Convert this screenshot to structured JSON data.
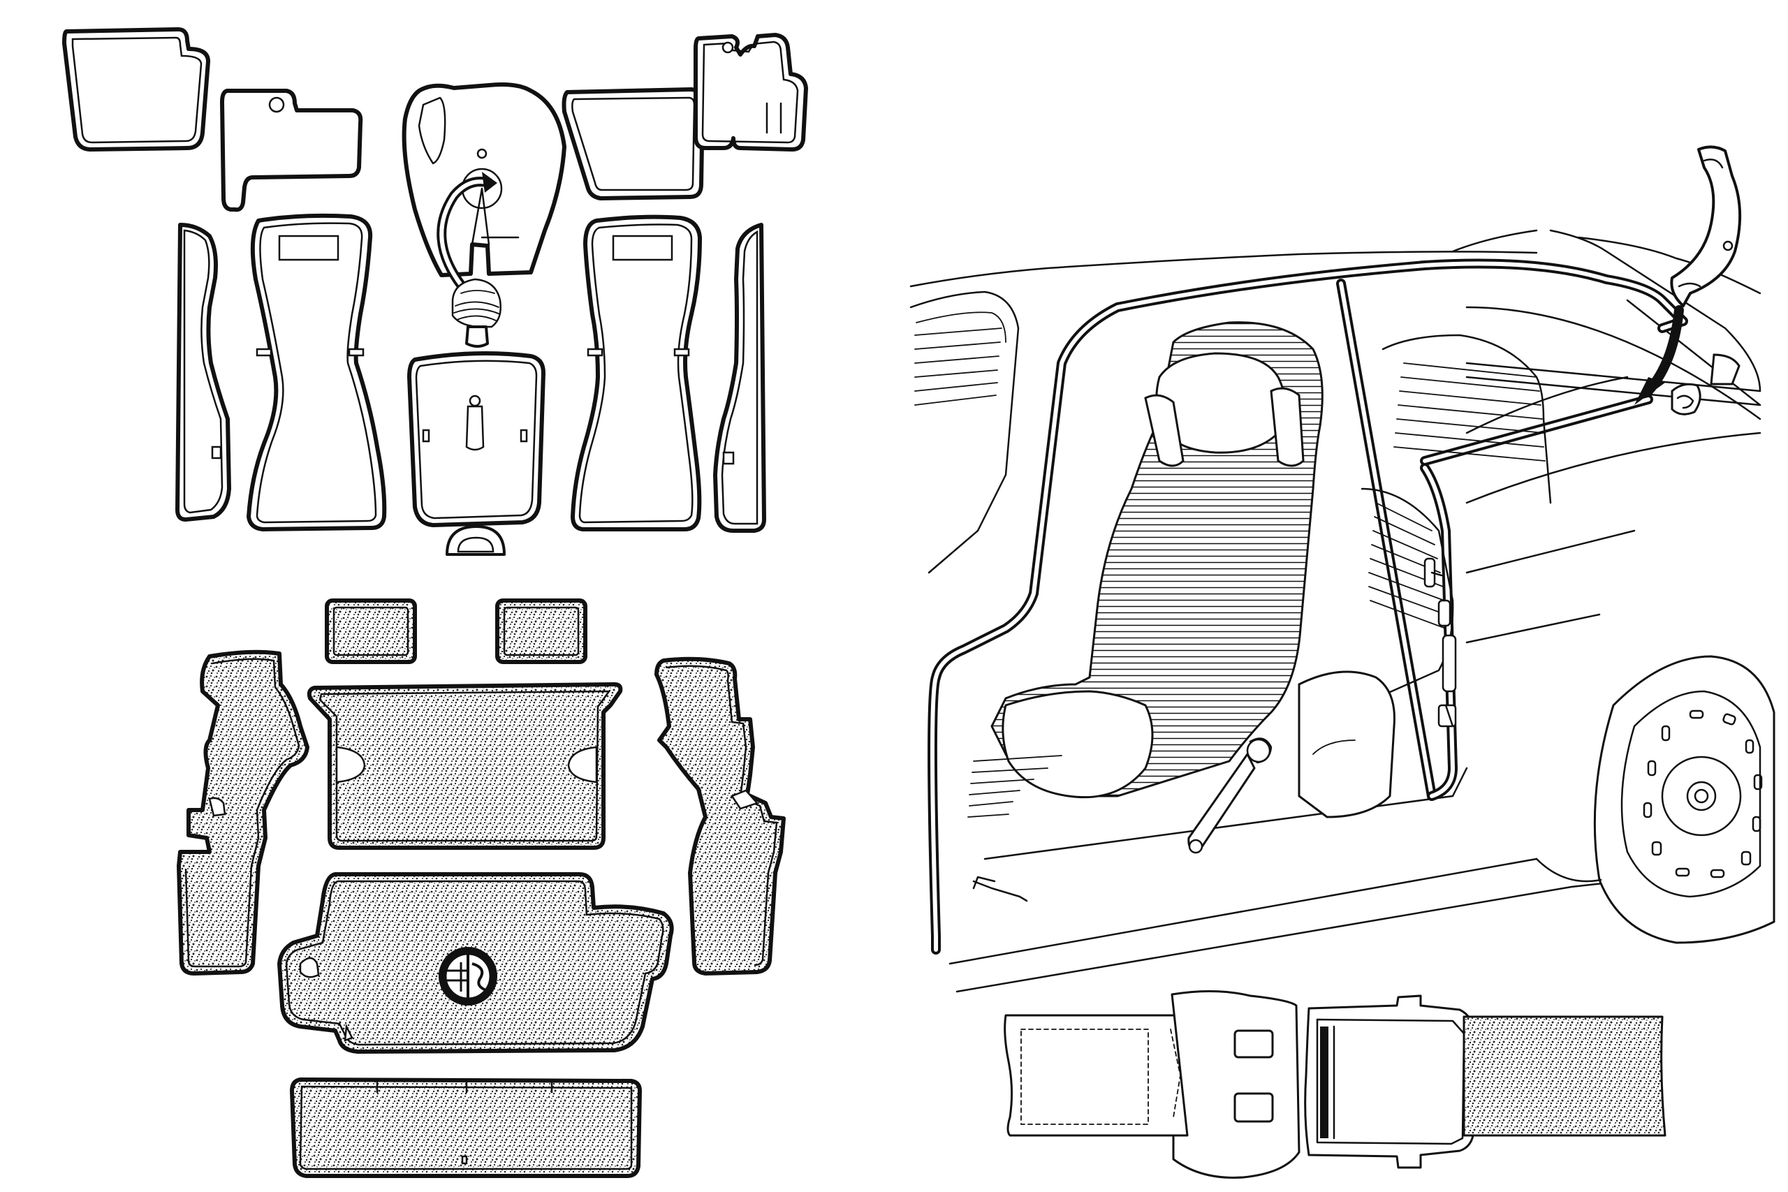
{
  "diagram": {
    "groups": [
      {
        "id": "floor-mats",
        "name": ""
      },
      {
        "id": "boot-carpet-set",
        "name": ""
      },
      {
        "id": "door-seal-and-seat",
        "name": ""
      },
      {
        "id": "seat-belt-buckle",
        "name": ""
      }
    ]
  },
  "colors": {
    "ink": "#111111",
    "paper": "#ffffff"
  }
}
